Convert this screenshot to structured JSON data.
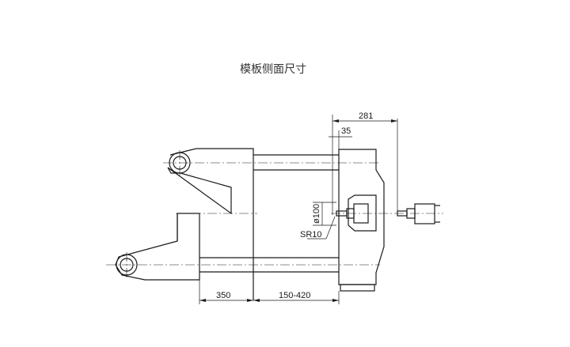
{
  "title": "模板侧面尺寸",
  "dimensions": {
    "d281": "281",
    "d35": "35",
    "d100": "ø100",
    "sr10": "SR10",
    "d350": "350",
    "d150_420": "150-420"
  }
}
